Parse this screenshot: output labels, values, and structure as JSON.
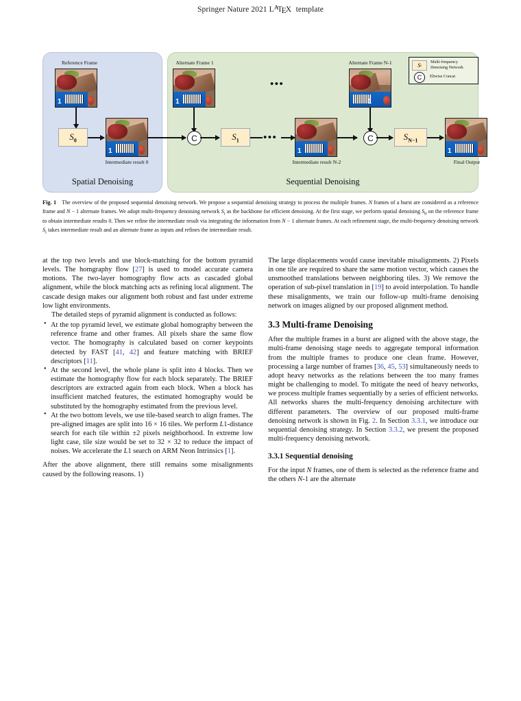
{
  "header": {
    "prefix": "Springer Nature 2021 ",
    "latex": {
      "l": "L",
      "a": "A",
      "t": "T",
      "e": "E",
      "x": "X"
    },
    "suffix": " template"
  },
  "figure": {
    "panels": [
      {
        "id": "spatial",
        "title": "Spatial Denoising",
        "color": "#d6dff0"
      },
      {
        "id": "sequential",
        "title": "Sequential Denoising",
        "color": "#dde8d1"
      }
    ],
    "labels": {
      "reference_frame": "Reference Frame",
      "alternate_frame_1": "Alternate Frame 1",
      "alternate_frame_n1": "Alternate Frame N-1",
      "intermediate_0": "Intermediate result 0",
      "intermediate_n2": "Intermediate result N-2",
      "final_output": "Final Output"
    },
    "nodes": {
      "s0": "S",
      "s0_sub": "0",
      "s1": "S",
      "s1_sub": "1",
      "sn": "S",
      "sn_sub": "N−1",
      "concat": "C",
      "ellipsis": "•••"
    },
    "legend": {
      "sbox_symbol": "S",
      "sbox_sub": "i",
      "sbox_label": "Multi-frequency Denoising Network",
      "concat_symbol": "C",
      "concat_label": "Eltwise Concat"
    },
    "thumbnail_digit": "1"
  },
  "fig_caption": {
    "number": "Fig. 1",
    "text_1": "The overview of the proposed sequential denoising network. We propose a sequential denoising strategy to process the multiple frames. ",
    "n_1": "N",
    "text_2": " frames of a burst are considered as a reference frame and ",
    "n_2": "N",
    "text_3": " − 1 alternate frames. We adopt multi-frequency denoising network ",
    "s_1": "S",
    "s_1_sub": "i",
    "text_4": " as the backbone for efficient denoising. At the first stage, we perform spatial denoising ",
    "s_2": "S",
    "s_2_sub": "0",
    "text_5": " on the reference frame to obtain intermediate results 0. Then we refine the intermediate result via integrating the information from ",
    "n_3": "N",
    "text_6": " − 1 alternate frames. At each refinement stage, the multi-frequency denoising network ",
    "s_3": "S",
    "s_3_sub": "i",
    "text_7": " takes intermediate result and an alternate frame as inputs and refines the intermediate result."
  },
  "left_column": {
    "para1_a": "at the top two levels and use block-matching for the bottom pyramid levels. The homgraphy flow [",
    "para1_cite": "27",
    "para1_b": "] is used to model accurate camera motions. The two-layer homography flow acts as cascaded global alignment, while the block matching acts as refining local alignment. The cascade design makes our alignment both robust and fast under extreme low light environments.",
    "para2": "The detailed steps of pyramid alignment is conducted as follows:",
    "bullets": [
      {
        "a": "At the top pyramid level, we estimate global homography between the reference frame and other frames. All pixels share the same flow vector. The homography is calculated based on corner keypoints detected by FAST [",
        "cite1": "41",
        "b": ", ",
        "cite2": "42",
        "c": "] and feature matching with BRIEF descriptors [",
        "cite3": "11",
        "d": "]."
      },
      {
        "a": "At the second level, the whole plane is split into 4 blocks. Then we estimate the homography flow for each block separately. The BRIEF descriptors are extracted again from each block. When a block has insufficient matched features, the estimated homography would be substituted by the homography estimated from the previous level."
      },
      {
        "a": "At the two bottom levels, we use tile-based search to align frames. The pre-aligned images are split into 16 × 16 tiles. We perform ",
        "l1_a": "L",
        "b": "1-distance search for each tile within ±2 pixels neighborhood. In extreme low light case, tile size would be set to 32 × 32 to reduce the impact of noises. We accelerate the ",
        "l1_b": "L",
        "c": "1 search on ARM Neon Intrinsics [",
        "cite1": "1",
        "d": "]."
      }
    ],
    "para3": "After the above alignment, there still remains some misalignments caused by the following reasons. 1)"
  },
  "right_column": {
    "para1_a": "The large displacements would cause inevitable misalignments. 2) Pixels in one tile are required to share the same motion vector, which causes the unsmoothed translations between neighboring tiles. 3) We remove the operation of sub-pixel translation in [",
    "para1_cite": "19",
    "para1_b": "] to avoid interpolation. To handle these misalignments, we train our follow-up multi-frame denoising network on images aligned by our proposed alignment method.",
    "section_33": "3.3  Multi-frame Denoising",
    "para2_a": "After the multiple frames in a burst are aligned with the above stage, the multi-frame denoising stage needs to aggregate temporal information from the multiple frames to produce one clean frame. However, processing a large number of frames [",
    "para2_c1": "36",
    "para2_b": ", ",
    "para2_c2": "45",
    "para2_c": ", ",
    "para2_c3": "53",
    "para2_d": "] simultaneously needs to adopt heavy networks as the relations between the too many frames might be challenging to model. To mitigate the need of heavy networks, we process multiple frames sequentially by a series of efficient networks. All networks shares the multi-frequency denoising architecture with different parameters. The overview of our proposed multi-frame denoising network is shown in Fig. ",
    "para2_fig": "2",
    "para2_e": ". In Section ",
    "para2_s1": "3.3.1",
    "para2_f": ", we introduce our sequential denoising strategy. In Section ",
    "para2_s2": "3.3.2",
    "para2_g": ", we present the proposed multi-frequency denoising network.",
    "section_331": "3.3.1  Sequential denoising",
    "para3_a": "For the input ",
    "para3_n1": "N",
    "para3_b": " frames, one of them is selected as the reference frame and the others ",
    "para3_n2": "N",
    "para3_c": "-1 are the alternate"
  }
}
